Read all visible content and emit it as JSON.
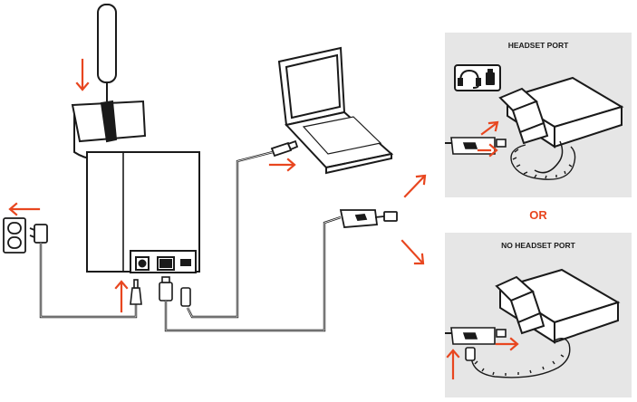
{
  "colors": {
    "accent": "#e8461f",
    "line": "#1a1a1a",
    "panel": "#e6e6e6",
    "fill": "#ffffff",
    "shade": "#bdbdbd"
  },
  "panels": {
    "top_title": "HEADSET PORT",
    "bottom_title": "NO HEADSET PORT"
  },
  "or_label": "OR",
  "icons": [
    "headset-port-icon"
  ]
}
